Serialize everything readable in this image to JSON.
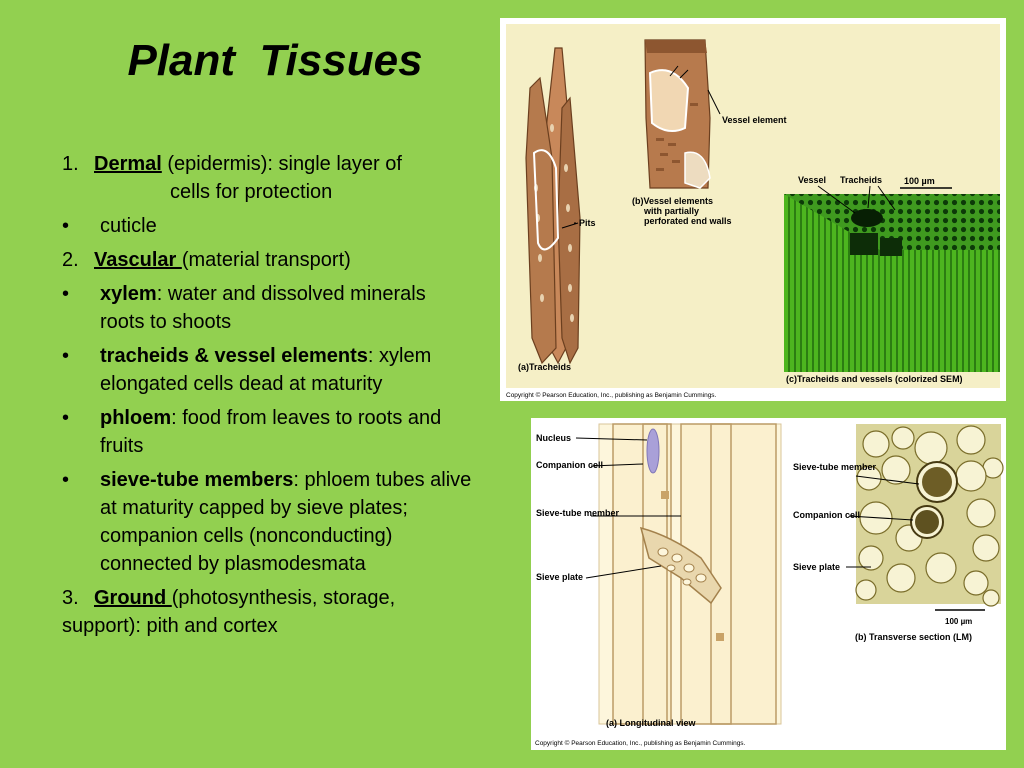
{
  "slide": {
    "title": "Plant  Tissues",
    "background_color": "#92d050"
  },
  "content": {
    "item1": {
      "num": "1.",
      "term": "Dermal",
      "rest_line1": " (epidermis): single layer of",
      "rest_line2": "cells for protection"
    },
    "bullet_cuticle": "cuticle",
    "item2": {
      "num": "2.",
      "term": "Vascular ",
      "rest": "(material transport)"
    },
    "bullet_xylem": {
      "term": "xylem",
      "rest": ": water and dissolved minerals roots to shoots"
    },
    "bullet_tracheids": {
      "term": "tracheids & vessel elements",
      "rest": ": xylem elongated cells dead at maturity"
    },
    "bullet_phloem": {
      "term": "phloem",
      "rest": ": food from leaves to roots and fruits"
    },
    "bullet_sieve": {
      "term": "sieve-tube members",
      "rest": ": phloem tubes alive at maturity capped by sieve plates; companion cells (nonconducting) connected by plasmodesmata"
    },
    "item3": {
      "num": "3.",
      "term": "Ground ",
      "rest": "(photosynthesis, storage, support): pith and cortex"
    },
    "bullet_symbol": "•"
  },
  "figure_top": {
    "label_pits": "Pits",
    "caption_a": "(a)Tracheids",
    "label_vessel_element": "Vessel element",
    "caption_b_line1": "(b)Vessel elements",
    "caption_b_line2": "with partially",
    "caption_b_line3": "perforated end walls",
    "label_vessel": "Vessel",
    "label_tracheids": "Tracheids",
    "scale": "100 µm",
    "caption_c": "(c)Tracheids and vessels (colorized SEM)",
    "copyright": "Copyright © Pearson Education, Inc., publishing as Benjamin Cummings."
  },
  "figure_bottom": {
    "label_nucleus": "Nucleus",
    "label_companion_cell": "Companion cell",
    "label_sieve_tube_member": "Sieve-tube member",
    "label_sieve_plate": "Sieve plate",
    "caption_a": "(a) Longitudinal view",
    "label_sieve_tube_member_r": "Sieve-tube member",
    "label_companion_cell_r": "Companion cell",
    "label_sieve_plate_r": "Sieve plate",
    "scale": "100 µm",
    "caption_b": "(b) Transverse section (LM)",
    "copyright": "Copyright © Pearson Education, Inc., publishing as Benjamin Cummings."
  }
}
